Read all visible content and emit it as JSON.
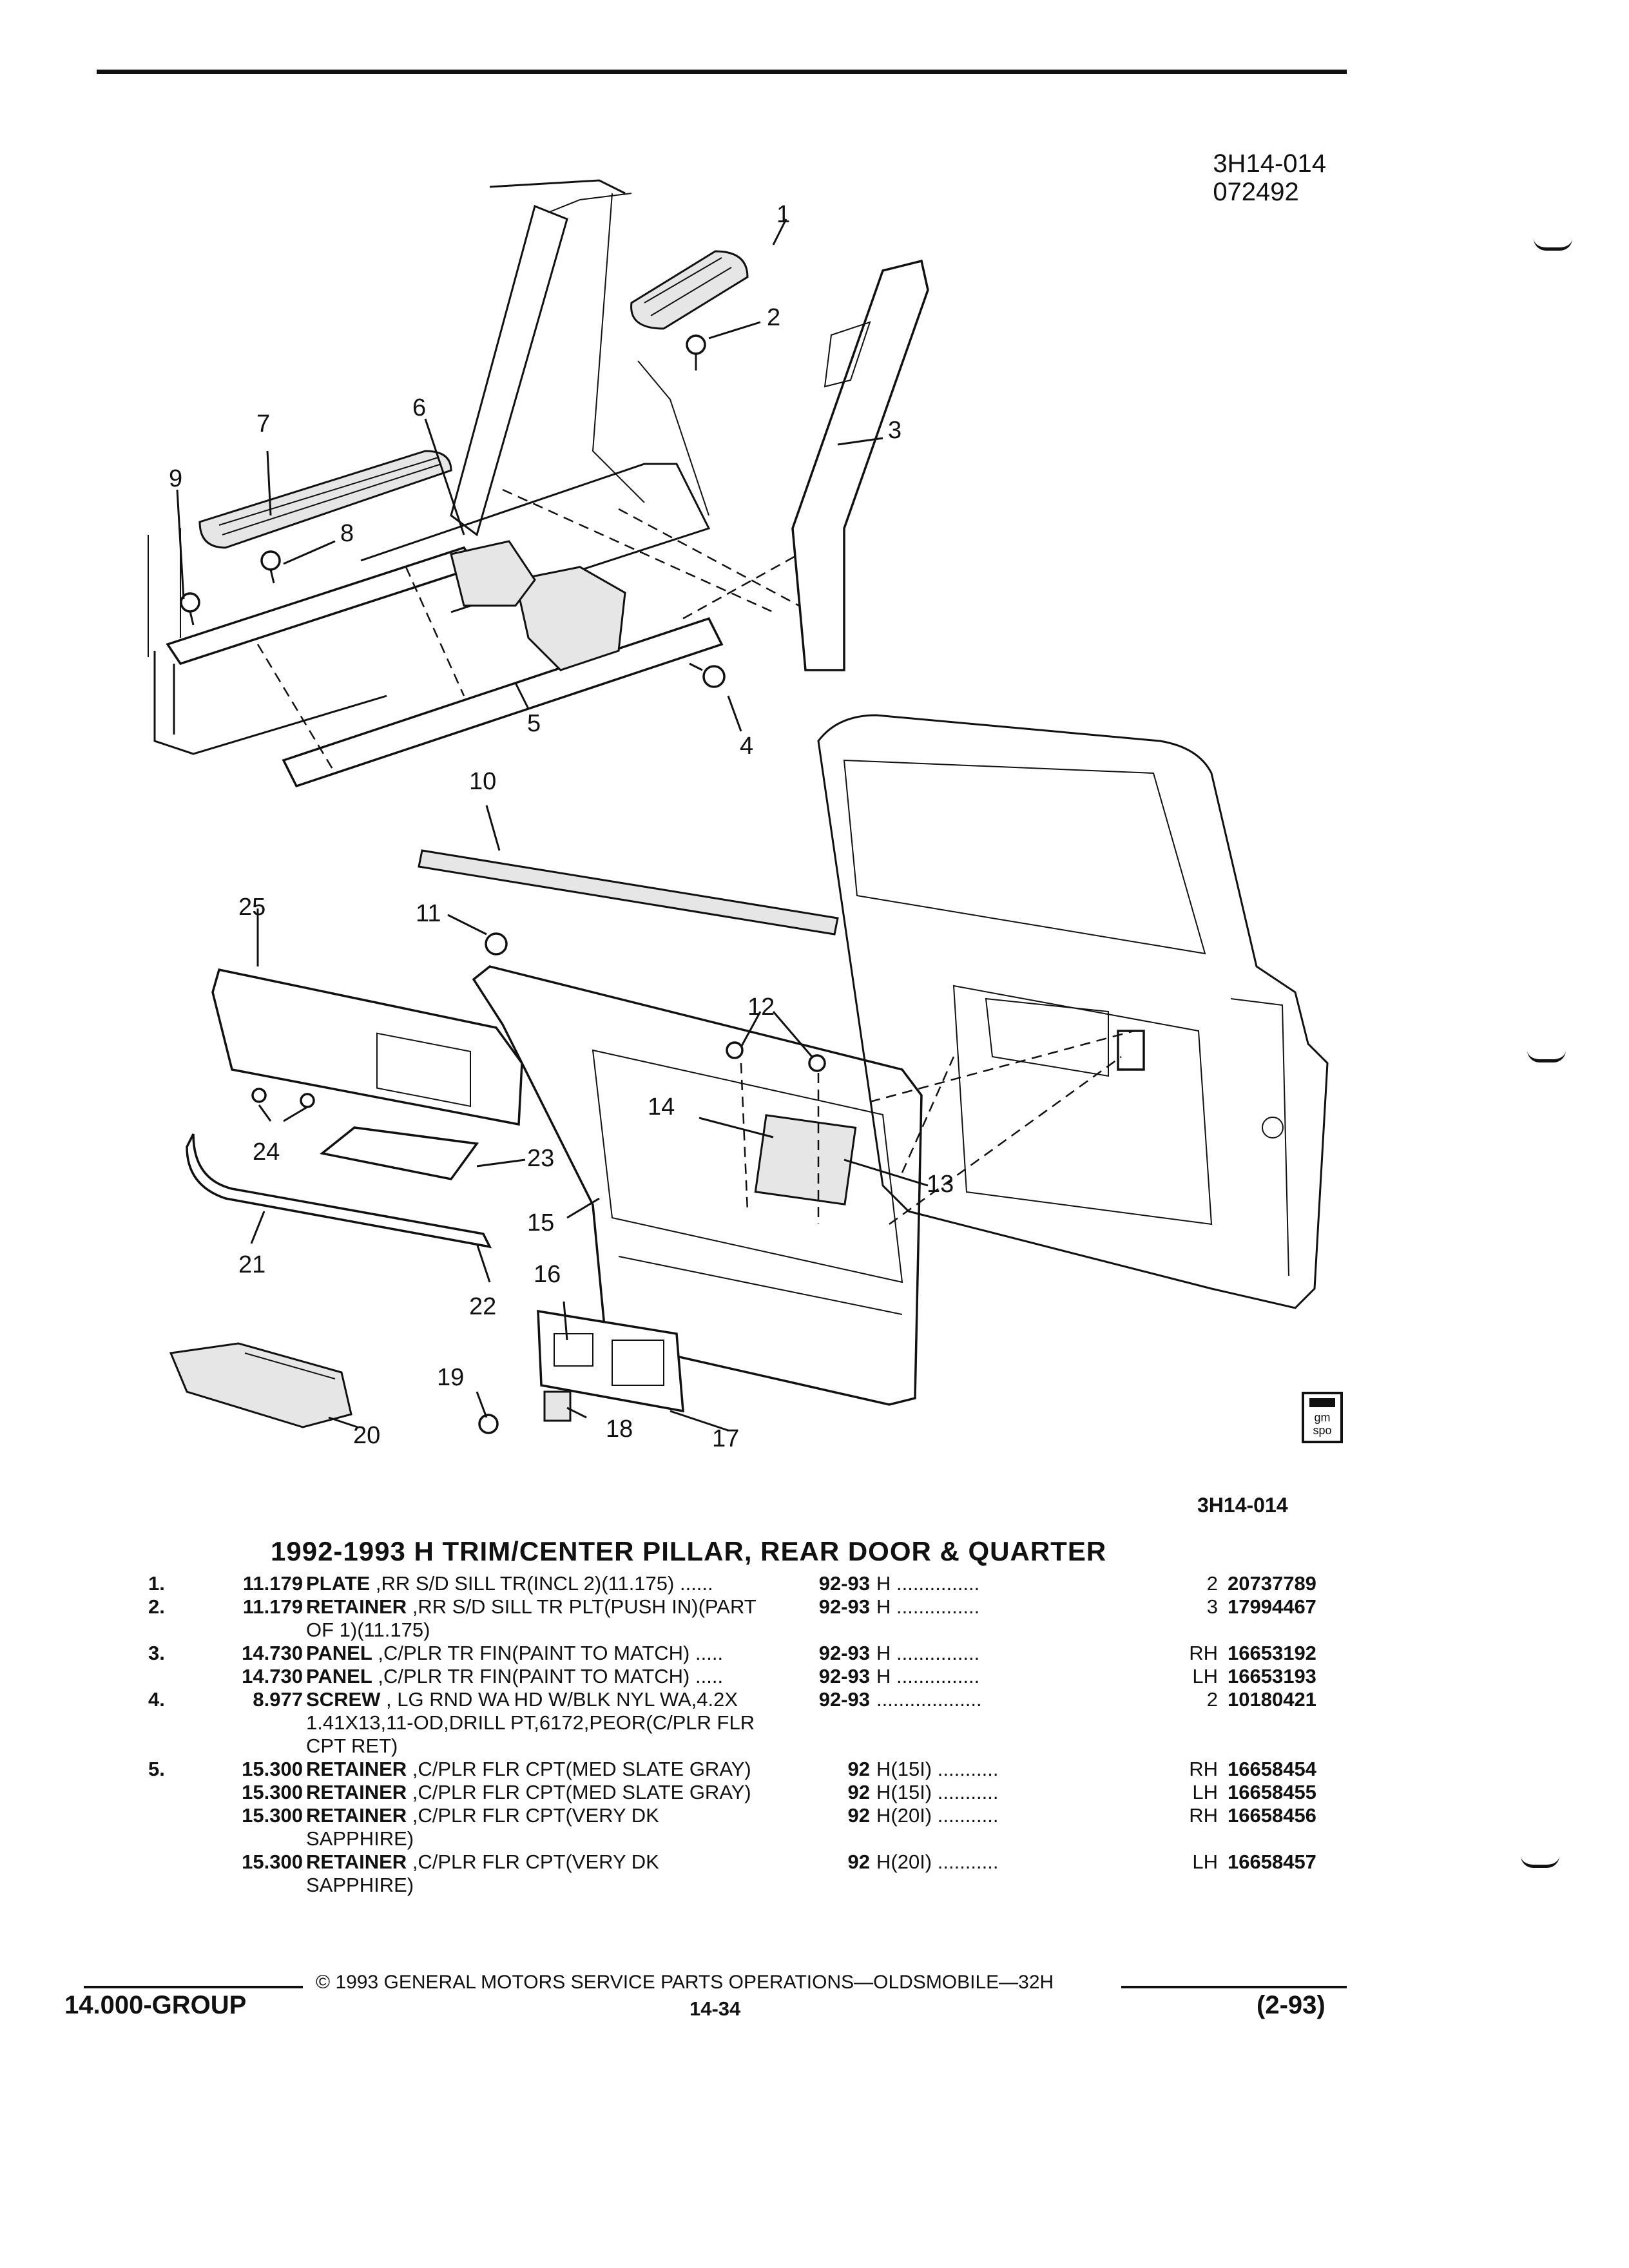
{
  "header": {
    "drawing_ref": "3H14-014",
    "drawing_date": "072492"
  },
  "diagram": {
    "callouts": [
      "1",
      "2",
      "3",
      "4",
      "5",
      "6",
      "7",
      "8",
      "9",
      "10",
      "11",
      "12",
      "13",
      "14",
      "15",
      "16",
      "17",
      "18",
      "19",
      "20",
      "21",
      "22",
      "23",
      "24",
      "25"
    ],
    "figure_code": "3H14-014",
    "logo_text": "gm spo"
  },
  "catalog": {
    "title": "1992-1993 H TRIM/CENTER PILLAR, REAR DOOR & QUARTER",
    "rows": [
      {
        "num": "1.",
        "section": "11.179",
        "name": "PLATE",
        "desc": " ,RR S/D SILL TR(INCL 2)(11.175)",
        "dots": " ......",
        "years": "92-93",
        "series": "H ...............",
        "qty": "2",
        "part": "20737789"
      },
      {
        "num": "2.",
        "section": "11.179",
        "name": "RETAINER",
        "desc": " ,RR S/D SILL TR PLT(PUSH IN)(PART",
        "desc2": "OF 1)(11.175)",
        "dots": "",
        "years": "92-93",
        "series": "H ...............",
        "qty": "3",
        "part": "17994467"
      },
      {
        "num": "3.",
        "section": "14.730",
        "name": "PANEL",
        "desc": " ,C/PLR TR FIN(PAINT TO MATCH)",
        "dots": " .....",
        "years": "92-93",
        "series": "H ...............",
        "qty": "RH",
        "part": "16653192"
      },
      {
        "num": "",
        "section": "14.730",
        "name": "PANEL",
        "desc": " ,C/PLR TR FIN(PAINT TO MATCH)",
        "dots": " .....",
        "years": "92-93",
        "series": "H ...............",
        "qty": "LH",
        "part": "16653193"
      },
      {
        "num": "4.",
        "section": "8.977",
        "name": "SCREW",
        "desc": " , LG RND WA HD W/BLK NYL WA,4.2X",
        "desc2": "1.41X13,11-OD,DRILL PT,6172,PEOR(C/PLR FLR",
        "desc3": "CPT RET)",
        "dots": "",
        "years": "92-93",
        "series": "...................",
        "qty": "2",
        "part": "10180421"
      },
      {
        "num": "5.",
        "section": "15.300",
        "name": "RETAINER",
        "desc": " ,C/PLR FLR CPT(MED SLATE GRAY)",
        "dots": "",
        "years": "92",
        "series": "H(15I) ...........",
        "qty": "RH",
        "part": "16658454"
      },
      {
        "num": "",
        "section": "15.300",
        "name": "RETAINER",
        "desc": " ,C/PLR FLR CPT(MED SLATE GRAY)",
        "dots": "",
        "years": "92",
        "series": "H(15I) ...........",
        "qty": "LH",
        "part": "16658455"
      },
      {
        "num": "",
        "section": "15.300",
        "name": "RETAINER",
        "desc": " ,C/PLR FLR CPT(VERY DK",
        "desc2": "SAPPHIRE)",
        "dots": "",
        "years": "92",
        "series": "H(20I) ...........",
        "qty": "RH",
        "part": "16658456"
      },
      {
        "num": "",
        "section": "15.300",
        "name": "RETAINER",
        "desc": " ,C/PLR FLR CPT(VERY DK",
        "desc2": "SAPPHIRE)",
        "dots": "",
        "years": "92",
        "series": "H(20I) ...........",
        "qty": "LH",
        "part": "16658457"
      }
    ]
  },
  "footer": {
    "copyright": "© 1993 GENERAL MOTORS SERVICE PARTS OPERATIONS—OLDSMOBILE—32H",
    "group": "14.000-GROUP",
    "page": "14-34",
    "date": "(2-93)"
  }
}
